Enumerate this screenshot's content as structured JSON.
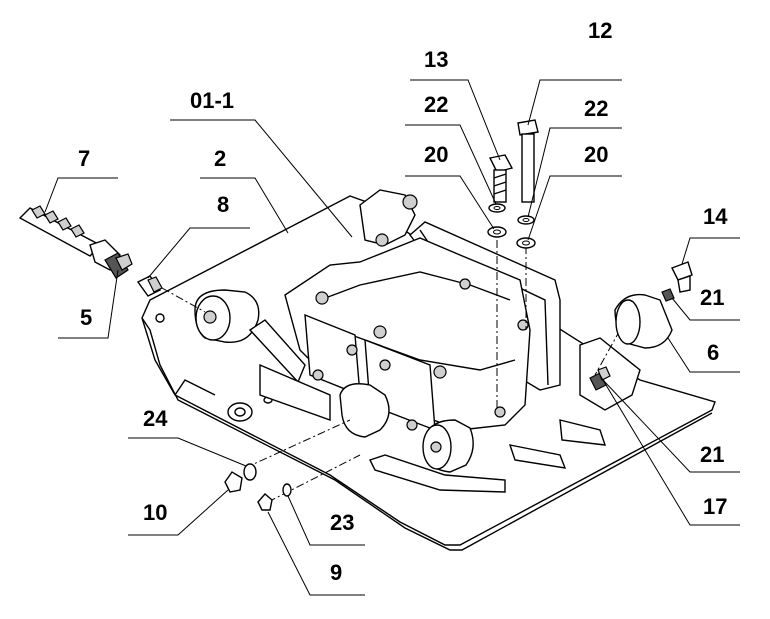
{
  "callouts": {
    "c7": "7",
    "c2": "2",
    "c011": "01-1",
    "c8": "8",
    "c5": "5",
    "c13": "13",
    "c12": "12",
    "c22a": "22",
    "c22b": "22",
    "c20a": "20",
    "c20b": "20",
    "c14": "14",
    "c21a": "21",
    "c6": "6",
    "c21b": "21",
    "c17": "17",
    "c24": "24",
    "c10": "10",
    "c23": "23",
    "c9": "9"
  }
}
